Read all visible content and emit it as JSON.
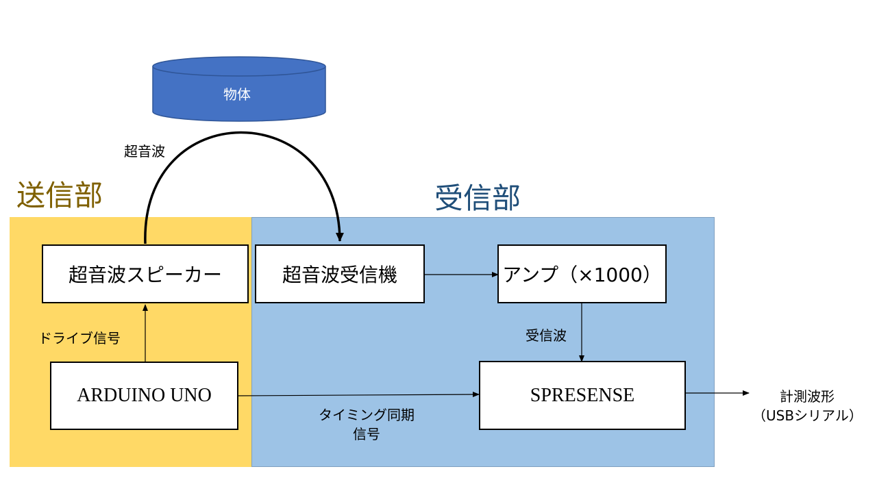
{
  "sections": {
    "transmitter_title": "送信部",
    "receiver_title": "受信部"
  },
  "object": {
    "label": "物体"
  },
  "blocks": {
    "speaker": "超音波スピーカー",
    "receiver": "超音波受信機",
    "amp": "アンプ（×1000）",
    "arduino": "ARDUINO UNO",
    "spresense": "SPRESENSE"
  },
  "labels": {
    "ultrasound": "超音波",
    "drive_signal": "ドライブ信号",
    "received_wave": "受信波",
    "timing_line1": "タイミング同期",
    "timing_line2": "信号",
    "output_line1": "計測波形",
    "output_line2": "（USBシリアル）"
  },
  "colors": {
    "transmitter_bg": "#FFD966",
    "receiver_bg": "#9DC3E6",
    "transmitter_title": "#7F6000",
    "receiver_title": "#1F4E79",
    "object_fill": "#4472C4",
    "object_stroke": "#2F5597"
  }
}
